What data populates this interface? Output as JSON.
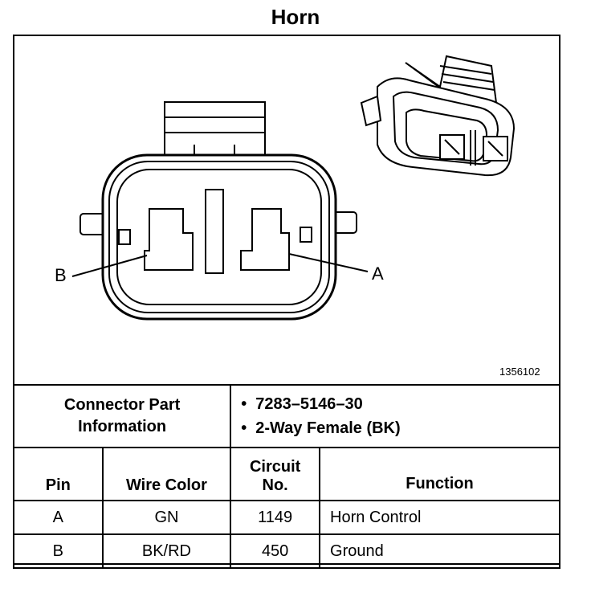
{
  "title": "Horn",
  "figure_code": "1356102",
  "pin_labels": {
    "left": "B",
    "right": "A"
  },
  "connector_info": {
    "label_line1": "Connector Part",
    "label_line2": "Information",
    "items": [
      "7283–5146–30",
      "2-Way Female (BK)"
    ]
  },
  "table": {
    "headers": {
      "pin": "Pin",
      "wire_color": "Wire Color",
      "circuit_line1": "Circuit",
      "circuit_line2": "No.",
      "function": "Function"
    },
    "rows": [
      {
        "pin": "A",
        "wire_color": "GN",
        "circuit": "1149",
        "function": "Horn Control"
      },
      {
        "pin": "B",
        "wire_color": "BK/RD",
        "circuit": "450",
        "function": "Ground"
      }
    ]
  }
}
